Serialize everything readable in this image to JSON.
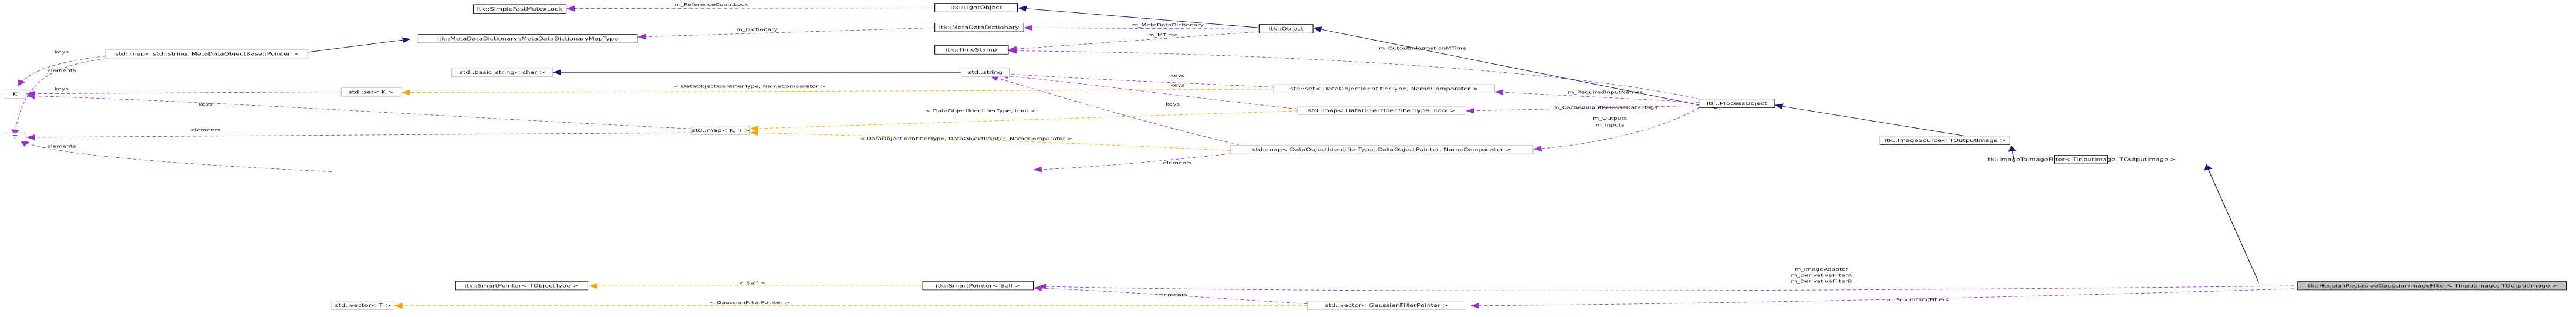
{
  "colors": {
    "inherit": "#191970",
    "member": "#9a32cd",
    "template": "#ffa500",
    "node_border_solid": "#000000",
    "node_border_grey": "#bfbfbf",
    "target_fill": "#bfbfbf"
  },
  "nodes": [
    {
      "id": "simple_fast_mutex",
      "label": "itk::SimpleFastMutexLock",
      "style": "solid"
    },
    {
      "id": "light_object",
      "label": "itk::LightObject",
      "style": "solid"
    },
    {
      "id": "meta_data_dictionary",
      "label": "itk::MetaDataDictionary",
      "style": "solid"
    },
    {
      "id": "object",
      "label": "itk::Object",
      "style": "solid"
    },
    {
      "id": "time_stamp",
      "label": "itk::TimeStamp",
      "style": "solid"
    },
    {
      "id": "mdd_map_type",
      "label": "itk::MetaDataDictionary::MetaDataDictionaryMapType",
      "style": "solid"
    },
    {
      "id": "std_map_mdo",
      "label": "std::map< std::string, MetaDataObjectBase::Pointer >",
      "style": "grey"
    },
    {
      "id": "std_basic_string",
      "label": "std::basic_string< char >",
      "style": "grey"
    },
    {
      "id": "std_string",
      "label": "std::string",
      "style": "grey"
    },
    {
      "id": "std_set_k",
      "label": "std::set< K >",
      "style": "grey"
    },
    {
      "id": "std_set_dataobj",
      "label": "std::set< DataObjectIdentifierType, NameComparator >",
      "style": "grey"
    },
    {
      "id": "k_node",
      "label": "K",
      "style": "grey"
    },
    {
      "id": "std_map_kt",
      "label": "std::map< K, T >",
      "style": "grey"
    },
    {
      "id": "std_map_dataobj_bool",
      "label": "std::map< DataObjectIdentifierType, bool >",
      "style": "grey"
    },
    {
      "id": "process_object",
      "label": "itk::ProcessObject",
      "style": "solid"
    },
    {
      "id": "t_node",
      "label": "T",
      "style": "grey"
    },
    {
      "id": "std_map_dataobj_ptr",
      "label": "std::map< DataObjectIdentifierType, DataObjectPointer, NameComparator >",
      "style": "grey"
    },
    {
      "id": "image_source",
      "label": "itk::ImageSource< TOutputImage >",
      "style": "solid"
    },
    {
      "id": "smart_pointer_tobj",
      "label": "itk::SmartPointer< TObjectType >",
      "style": "solid"
    },
    {
      "id": "smart_pointer_self",
      "label": "itk::SmartPointer< Self >",
      "style": "solid"
    },
    {
      "id": "image_to_image_filter",
      "label": "itk::ImageToImageFilter< TInputImage, TOutputImage >",
      "style": "solid"
    },
    {
      "id": "hessian_filter",
      "label": "itk::HessianRecursiveGaussianImageFilter< TInputImage, TOutputImage >",
      "style": "target"
    },
    {
      "id": "std_vector_t",
      "label": "std::vector< T >",
      "style": "grey"
    },
    {
      "id": "std_vector_gfp",
      "label": "std::vector< GaussianFilterPointer >",
      "style": "grey"
    }
  ],
  "edge_labels": [
    {
      "id": "lbl_refcount",
      "text": "m_ReferenceCountLock"
    },
    {
      "id": "lbl_dictionary",
      "text": "m_Dictionary"
    },
    {
      "id": "lbl_metadatadict",
      "text": "m_MetaDataDictionary"
    },
    {
      "id": "lbl_mtime",
      "text": "m_MTime"
    },
    {
      "id": "lbl_outinfo",
      "text": "m_OutputInformationMTime"
    },
    {
      "id": "lbl_keys_mdo",
      "text": "keys"
    },
    {
      "id": "lbl_elements_mdo",
      "text": "elements"
    },
    {
      "id": "lbl_keys_set",
      "text": "keys"
    },
    {
      "id": "lbl_setk_tmpl",
      "text": "< DataObjectIdentifierType, NameComparator >"
    },
    {
      "id": "lbl_keys_str1",
      "text": "keys"
    },
    {
      "id": "lbl_keys_str2",
      "text": "keys"
    },
    {
      "id": "lbl_reqinputs",
      "text": "m_RequiredInputNames"
    },
    {
      "id": "lbl_keys_mapkt",
      "text": "keys"
    },
    {
      "id": "lbl_bool_tmpl",
      "text": "< DataObjectIdentifierType, bool >"
    },
    {
      "id": "lbl_cached",
      "text": "m_CachedInputReleaseDataFlags"
    },
    {
      "id": "lbl_keys_str3",
      "text": "keys"
    },
    {
      "id": "lbl_outputs",
      "text": "m_Outputs"
    },
    {
      "id": "lbl_inputs",
      "text": "m_Inputs"
    },
    {
      "id": "lbl_elements_mapkt",
      "text": "elements"
    },
    {
      "id": "lbl_ptr_tmpl",
      "text": "< DataObjectIdentifierType, DataObjectPointer, NameComparator >"
    },
    {
      "id": "lbl_elements_t",
      "text": "elements"
    },
    {
      "id": "lbl_elements_sp",
      "text": "elements"
    },
    {
      "id": "lbl_self_tmpl",
      "text": "< Self >"
    },
    {
      "id": "lbl_imageadaptor",
      "text": "m_ImageAdaptor"
    },
    {
      "id": "lbl_derivA",
      "text": "m_DerivativeFilterA"
    },
    {
      "id": "lbl_derivB",
      "text": "m_DerivativeFilterB"
    },
    {
      "id": "lbl_elements_vec",
      "text": "elements"
    },
    {
      "id": "lbl_gfp_tmpl",
      "text": "< GaussianFilterPointer >"
    },
    {
      "id": "lbl_smoothing",
      "text": "m_SmoothingFilters"
    }
  ]
}
